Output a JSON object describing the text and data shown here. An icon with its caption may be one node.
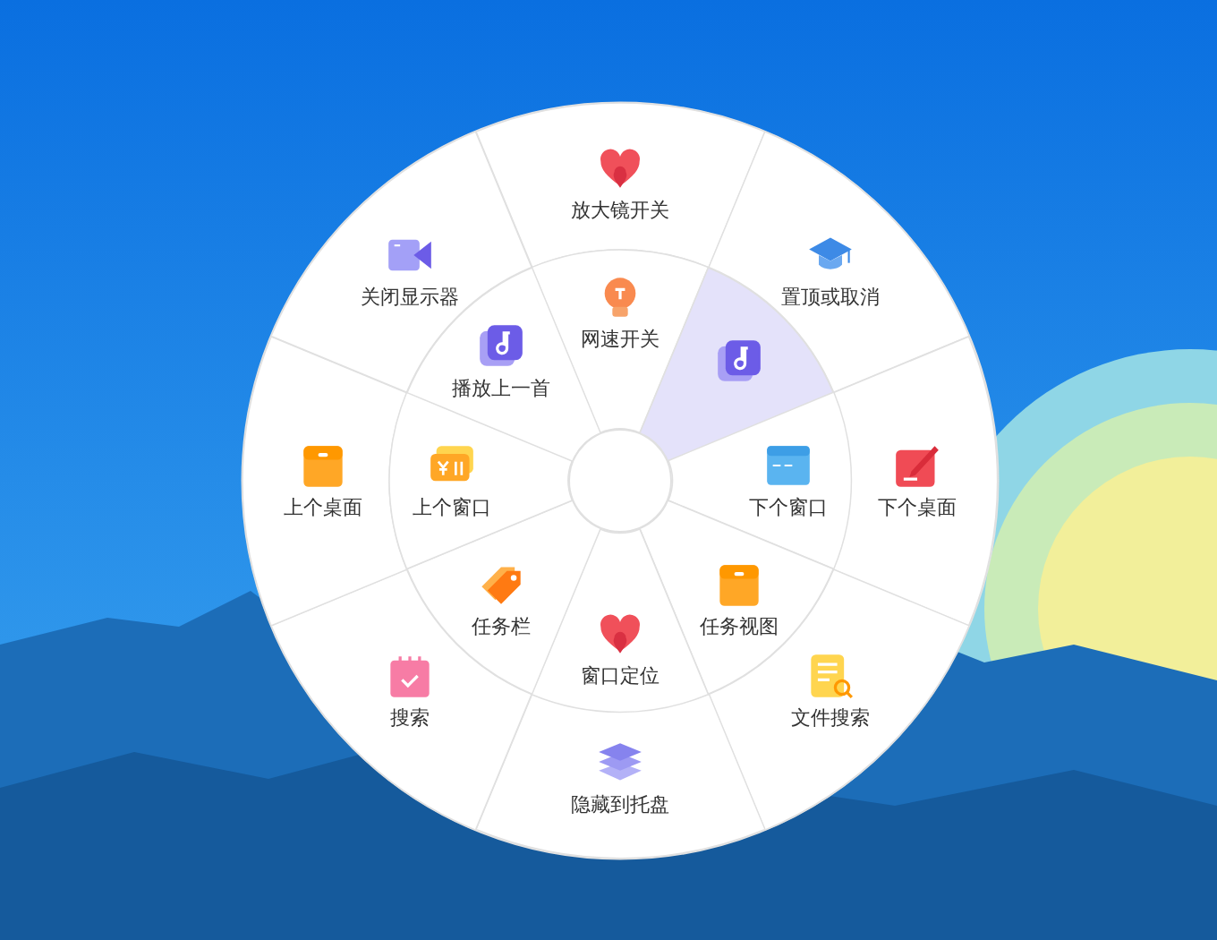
{
  "diagram": {
    "nodes": [
      {
        "text": [
          "放大镜开关"
        ]
      },
      {
        "text": [
          "置顶或取消"
        ]
      },
      {
        "text": [
          "下个桌面"
        ]
      },
      {
        "text": [
          "文件搜索"
        ]
      },
      {
        "text": [
          "隐藏到托盘"
        ]
      },
      {
        "text": [
          "搜索"
        ]
      },
      {
        "text": [
          "上个桌面"
        ]
      },
      {
        "text": [
          "关闭显示器"
        ]
      },
      {
        "text": [
          "网速开关"
        ]
      },
      {
        "text": [],
        "shape": "sector"
      },
      {
        "text": [
          "下个窗口"
        ]
      },
      {
        "text": [
          "任务视图"
        ]
      },
      {
        "text": [
          "窗口定位"
        ]
      },
      {
        "text": [
          "任务栏"
        ]
      },
      {
        "text": [
          "上个窗口"
        ]
      },
      {
        "text": [
          "播放上一首"
        ]
      },
      {
        "text": [],
        "shape": "circle"
      }
    ]
  }
}
